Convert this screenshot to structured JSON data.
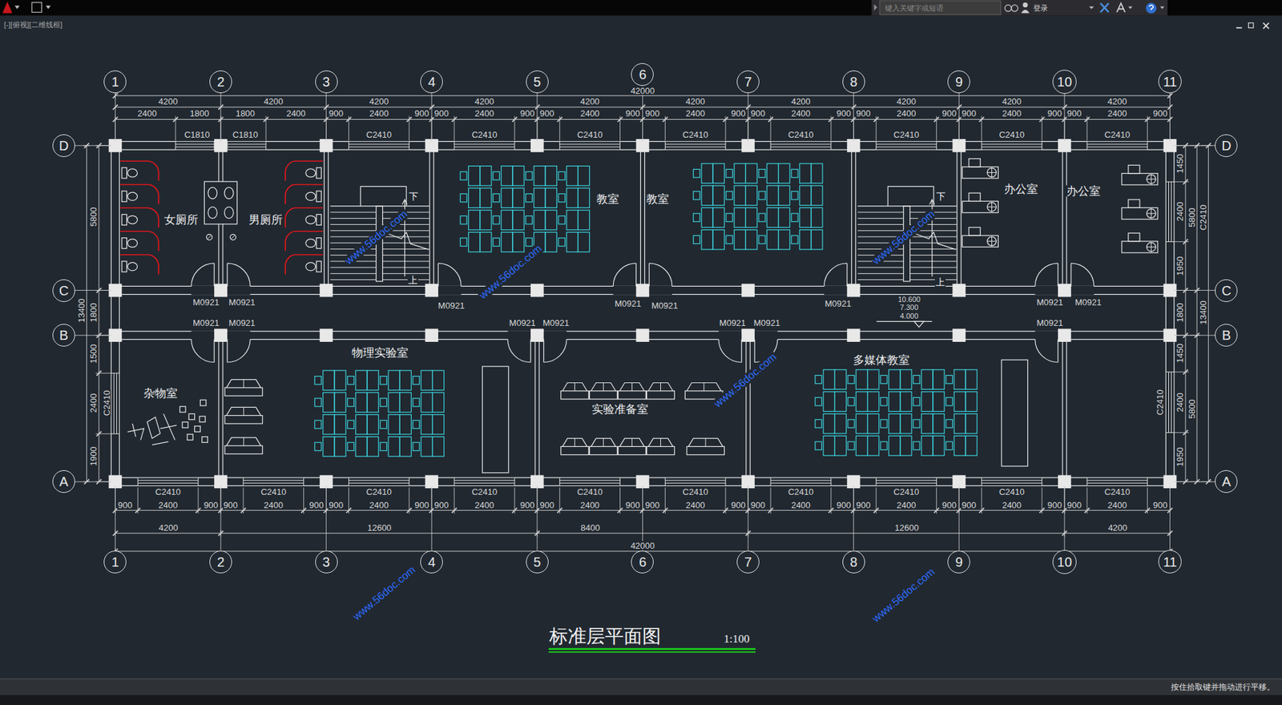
{
  "diagram": {
    "title": "标准层平面图",
    "nodes": [
      {
        "text": [
          "1"
        ]
      },
      {
        "text": [
          "2"
        ]
      },
      {
        "text": [
          "3"
        ]
      },
      {
        "text": [
          "4"
        ]
      },
      {
        "text": [
          "5"
        ]
      },
      {
        "text": [
          "6"
        ]
      },
      {
        "text": [
          "7"
        ]
      },
      {
        "text": [
          "8"
        ]
      },
      {
        "text": [
          "9"
        ]
      },
      {
        "text": [
          "10"
        ]
      },
      {
        "text": [
          "11"
        ]
      },
      {
        "text": [
          "D"
        ]
      },
      {
        "text": [
          "D"
        ]
      },
      {
        "text": [
          "C"
        ]
      },
      {
        "text": [
          "C"
        ]
      },
      {
        "text": [
          "B"
        ]
      },
      {
        "text": [
          "B"
        ]
      },
      {
        "text": [
          "A"
        ]
      },
      {
        "text": [
          "A"
        ]
      },
      {
        "text": [
          "1"
        ]
      },
      {
        "text": [
          "2"
        ]
      },
      {
        "text": [
          "3"
        ]
      },
      {
        "text": [
          "4"
        ]
      },
      {
        "text": [
          "5"
        ]
      },
      {
        "text": [
          "6"
        ]
      },
      {
        "text": [
          "7"
        ]
      },
      {
        "text": [
          "8"
        ]
      },
      {
        "text": [
          "9"
        ]
      },
      {
        "text": [
          "10"
        ]
      },
      {
        "text": [
          "11"
        ]
      }
    ],
    "labels": [
      "[-][俯视][二维线框]",
      "键入关键字或短语",
      "登录",
      "42000",
      "4200",
      "4200",
      "4200",
      "4200",
      "4200",
      "4200",
      "4200",
      "4200",
      "4200",
      "4200",
      "2400",
      "1800",
      "1800",
      "2400",
      "900",
      "2400",
      "900",
      "900",
      "2400",
      "900",
      "900",
      "2400",
      "900",
      "900",
      "2400",
      "900",
      "900",
      "2400",
      "900",
      "900",
      "2400",
      "900",
      "900",
      "2400",
      "900",
      "900",
      "2400",
      "900",
      "C1810",
      "C1810",
      "C2410",
      "C2410",
      "C2410",
      "C2410",
      "C2410",
      "C2410",
      "C2410",
      "C2410",
      "5800",
      "13400",
      "1800",
      "1500",
      "2400",
      "1900",
      "C2410",
      "1450",
      "2400",
      "1950",
      "5800",
      "C2410",
      "1800",
      "13400",
      "1450",
      "2400",
      "1950",
      "5800",
      "C2410",
      "C2410",
      "C2410",
      "C2410",
      "C2410",
      "C2410",
      "C2410",
      "C2410",
      "C2410",
      "C2410",
      "C2410",
      "900",
      "2400",
      "900",
      "900",
      "2400",
      "900",
      "900",
      "2400",
      "900",
      "900",
      "2400",
      "900",
      "900",
      "2400",
      "900",
      "900",
      "2400",
      "900",
      "900",
      "2400",
      "900",
      "900",
      "2400",
      "900",
      "900",
      "2400",
      "900",
      "900",
      "2400",
      "900",
      "4200",
      "12600",
      "8400",
      "12600",
      "4200",
      "42000",
      "女厕所",
      "男厕所",
      "教室",
      "教室",
      "办公室",
      "办公室",
      "杂物室",
      "物理实验室",
      "实验准备室",
      "多媒体教室",
      "下",
      "上",
      "下",
      "上",
      "10.600",
      "7.300",
      "4.000",
      "M0921",
      "M0921",
      "M0921",
      "M0921",
      "M0921",
      "M0921",
      "M0921",
      "M0921",
      "M0921",
      "M0921",
      "M0921",
      "M0921",
      "M0921",
      "M0921",
      "M0921",
      "1:100",
      "按住拾取键并拖动进行平移。",
      "www.56doc.com",
      "www.56doc.com",
      "www.56doc.com",
      "www.56doc.com",
      "www.56doc.com",
      "www.56doc.com"
    ]
  }
}
